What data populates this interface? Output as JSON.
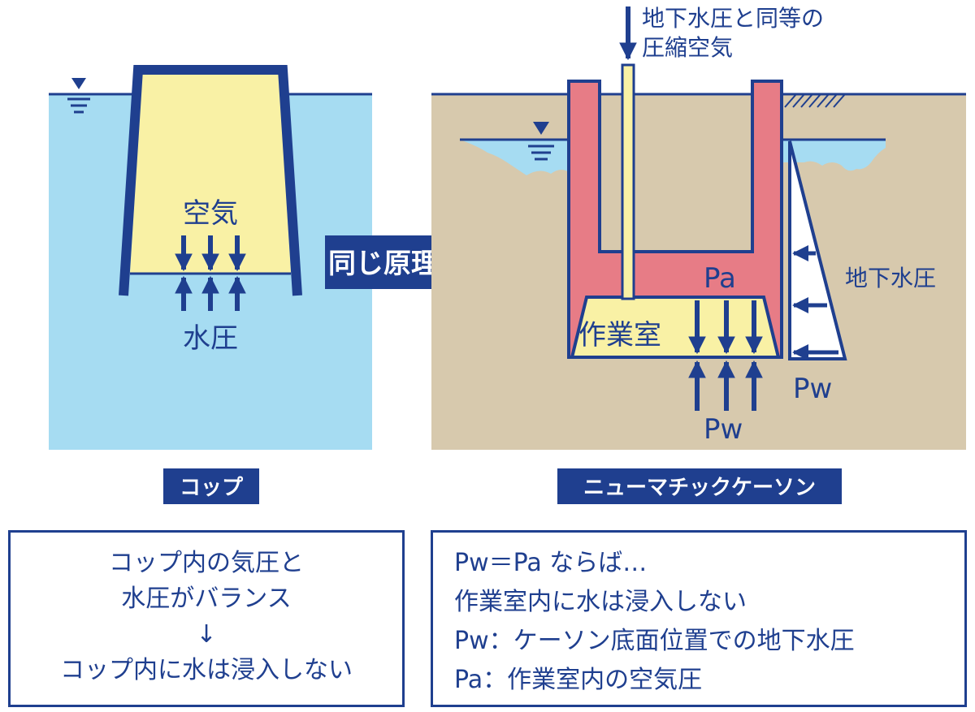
{
  "labels": {
    "cup_air": "空気",
    "cup_water_pressure": "水圧",
    "same_principle": "同じ原理",
    "caisson_top_note_line1": "地下水圧と同等の",
    "caisson_top_note_line2": "圧縮空気",
    "pa": "Pa",
    "work_chamber": "作業室",
    "pw_bottom": "Pw",
    "groundwater_pressure": "地下水圧",
    "pw_side": "Pw",
    "cup_title": "コップ",
    "caisson_title": "ニューマチックケーソン"
  },
  "left_box": {
    "line1": "コップ内の気圧と",
    "line2": "水圧がバランス",
    "arrow": "↓",
    "line3": "コップ内に水は浸入しない"
  },
  "right_box": {
    "line1": "Pw＝Pa ならば…",
    "line2": "作業室内に水は浸入しない",
    "line3": "Pw：ケーソン底面位置での地下水圧",
    "line4": "Pa：作業室内の空気圧"
  },
  "colors": {
    "navy": "#1f3f8f",
    "water": "#a6dcf2",
    "soil": "#d7c9ad",
    "air": "#f9f1a5",
    "caisson": "#e77c86"
  }
}
